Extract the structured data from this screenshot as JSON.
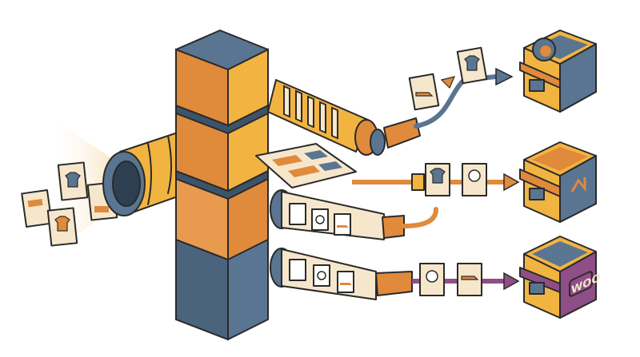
{
  "illustration": {
    "colors": {
      "orange": "#E08A3C",
      "yellow": "#F2B441",
      "slate": "#5A7591",
      "cream": "#F6E7CC",
      "purple": "#8E4E86",
      "outline": "#2A2A2A"
    },
    "stores": [
      {
        "name": "store-top",
        "logo": "circular-badge-icon",
        "roof": "slate"
      },
      {
        "name": "store-middle",
        "logo": "magento-icon",
        "roof": "orange"
      },
      {
        "name": "store-bottom",
        "logo_text": "WOO",
        "roof": "slate"
      }
    ],
    "product_icons": [
      "shoe-icon",
      "tshirt-icon",
      "watch-icon"
    ]
  }
}
